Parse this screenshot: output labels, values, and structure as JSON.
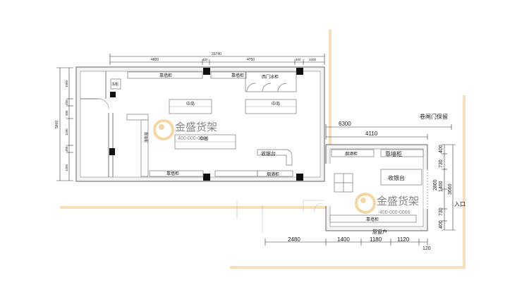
{
  "accent_colors": {
    "frame": "#f5deb9",
    "wall": "#111111",
    "watermark": "#e8b85a"
  },
  "left_plan": {
    "top_dims": {
      "total": "33740",
      "d1": "4600",
      "d2": "400",
      "d3": "4750",
      "d4": "400",
      "d5": "1000"
    },
    "left_dims": {
      "total": "5600",
      "d1": "1900",
      "d2": "450",
      "d3": "900",
      "d4": "1100",
      "d5": "450",
      "d6": "1250"
    },
    "labels": {
      "wall_shelf_top": "靠墙柜",
      "wall_shelf_top2": "靠墙柜",
      "tall_cabinet": "冻柜",
      "drinks_fridge": "西门冰柜",
      "island_1": "中岛",
      "island_2": "中岛",
      "island_3": "中岛",
      "wall_shelf_left": "靠墙柜",
      "wall_shelf_bottom": "靠墙柜",
      "cashier": "收银台",
      "tobacco_cabinet": "烟酒柜"
    }
  },
  "right_plan": {
    "dim_6300": "6300",
    "dim_4110": "4110",
    "shutter_label": "卷闸门保留",
    "entrance": "入口",
    "tobacco_cabinet": "烟酒柜",
    "wall_cabinet": "靠墙柜",
    "cashier": "收银台",
    "wall_cabinet_bottom": "靠墙柜",
    "back_door": "原窗户",
    "right_dims": {
      "d1": "400",
      "d2": "730",
      "d3": "2860",
      "d4": "1400",
      "d5": "730",
      "d6": "400",
      "total": "3660"
    },
    "bottom_dims": {
      "d1": "2480",
      "d2": "1400",
      "d3": "1180",
      "d4": "1120",
      "d5": "120"
    }
  },
  "watermark": {
    "name": "金盛货架",
    "phone": "400-000-0066"
  }
}
